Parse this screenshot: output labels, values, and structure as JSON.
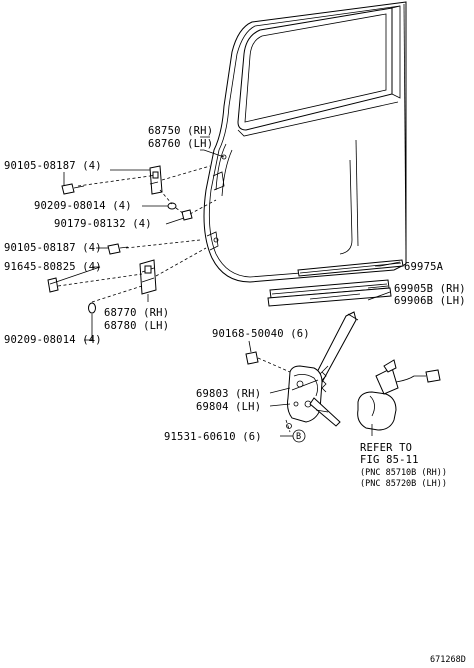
{
  "labels": {
    "p68750": "68750 (RH)",
    "p68760": "68760 (LH)",
    "p90105_top": "90105-08187 (4)",
    "p90209_top": "90209-08014 (4)",
    "p90179": "90179-08132 (4)",
    "p90105_mid": "90105-08187 (4)",
    "p91645": "91645-80825 (4)",
    "p68770": "68770 (RH)",
    "p68780": "68780 (LH)",
    "p90209_bot": "90209-08014 (4)",
    "p69975": "69975A",
    "p69905": "69905B (RH)",
    "p69906": "69906B (LH)",
    "p90168": "90168-50040 (6)",
    "p69803": "69803 (RH)",
    "p69804": "69804 (LH)",
    "p91531": "91531-60610 (6)",
    "marker_b": "B",
    "refer_1": "REFER TO",
    "refer_2": "FIG 85-11",
    "refer_3": "(PNC 85710B (RH))",
    "refer_4": "(PNC 85720B (LH))",
    "figure_id": "671268D"
  }
}
